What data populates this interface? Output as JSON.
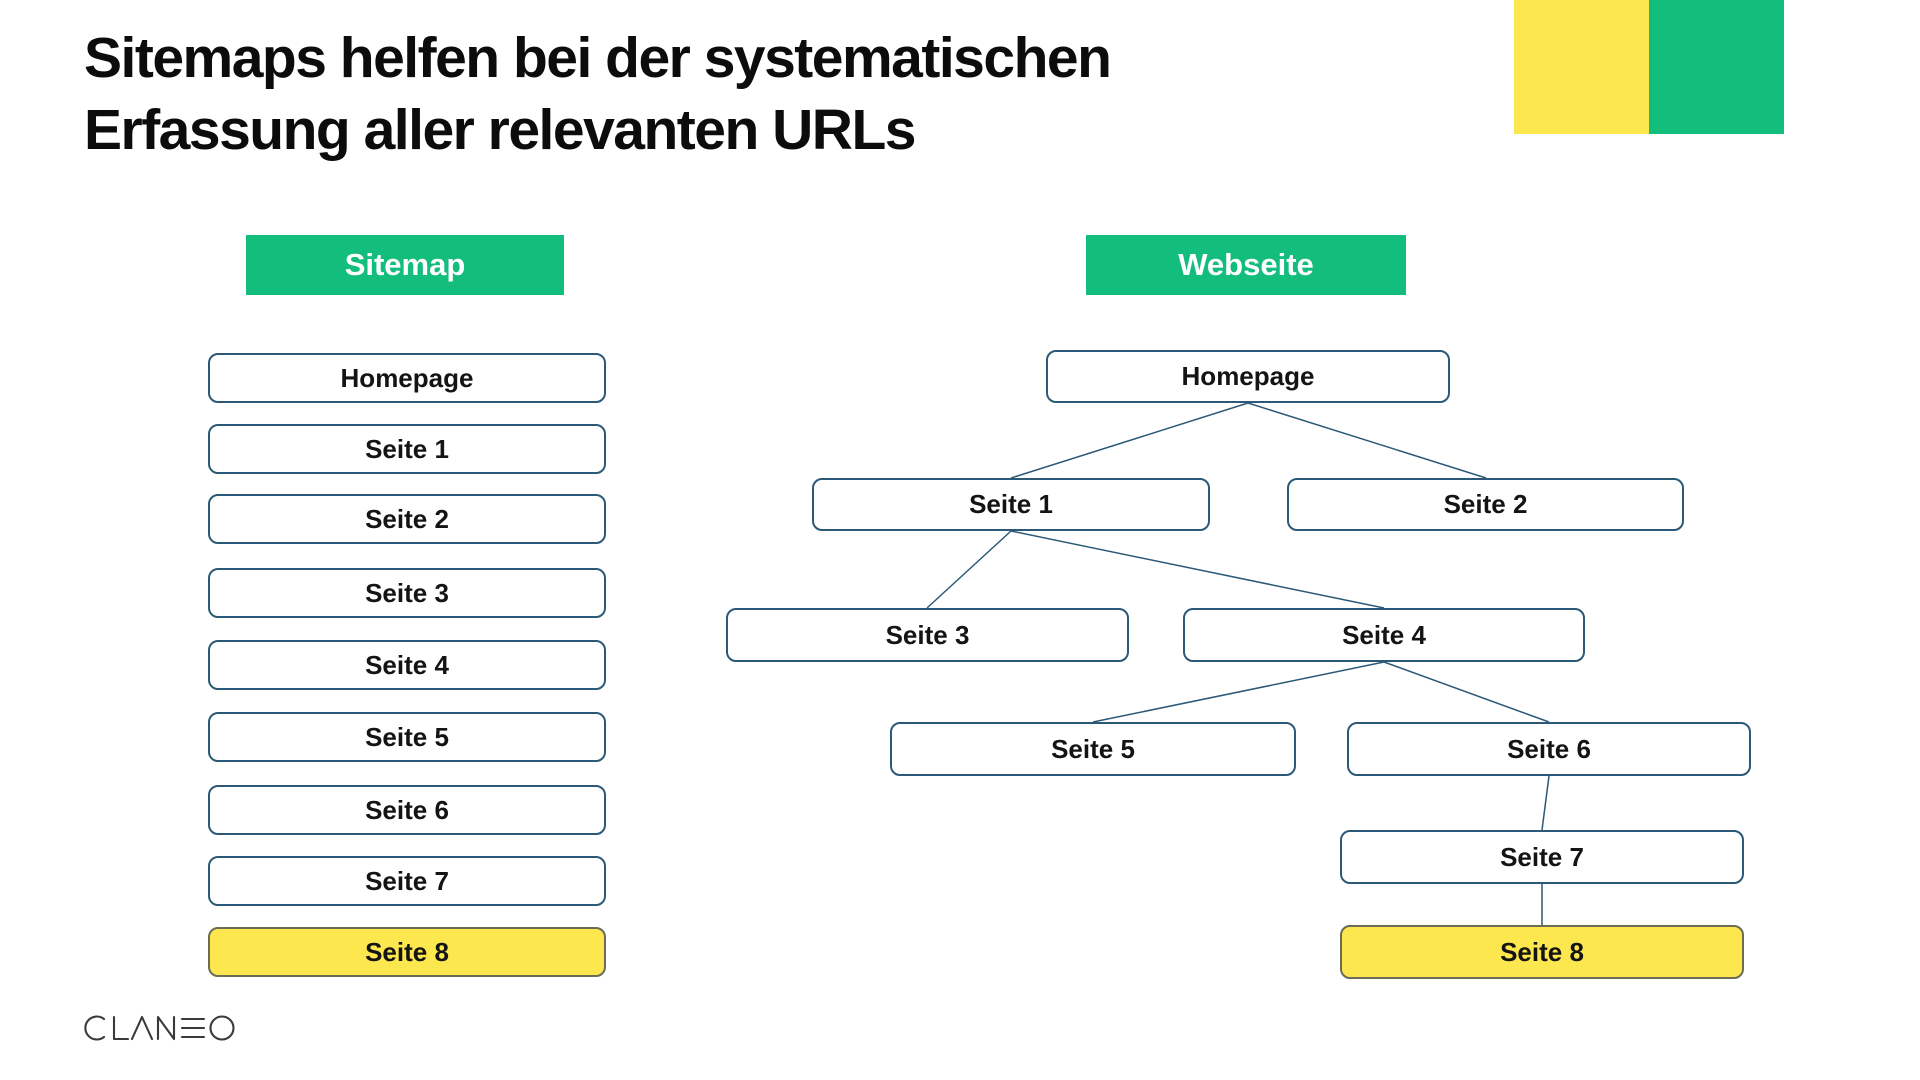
{
  "title": {
    "line1": "Sitemaps helfen bei der systematischen",
    "line2": "Erfassung aller relevanten URLs"
  },
  "brand": {
    "logo_text": "CLANEO",
    "accent_squares": [
      {
        "name": "yellow-square",
        "color": "#FCE74E"
      },
      {
        "name": "green-square",
        "color": "#13BE7C"
      }
    ]
  },
  "colors": {
    "green": "#13BE7C",
    "yellow": "#FCE74E",
    "box_border": "#2B5977",
    "highlight_border": "#6C6C54",
    "text": "#141414"
  },
  "sitemap_panel": {
    "header": "Sitemap",
    "items": [
      {
        "label": "Homepage",
        "highlight": false
      },
      {
        "label": "Seite 1",
        "highlight": false
      },
      {
        "label": "Seite 2",
        "highlight": false
      },
      {
        "label": "Seite 3",
        "highlight": false
      },
      {
        "label": "Seite 4",
        "highlight": false
      },
      {
        "label": "Seite 5",
        "highlight": false
      },
      {
        "label": "Seite 6",
        "highlight": false
      },
      {
        "label": "Seite 7",
        "highlight": false
      },
      {
        "label": "Seite 8",
        "highlight": true
      }
    ]
  },
  "webseite_panel": {
    "header": "Webseite",
    "nodes": [
      {
        "label": "Homepage",
        "highlight": false
      },
      {
        "label": "Seite 1",
        "highlight": false
      },
      {
        "label": "Seite 2",
        "highlight": false
      },
      {
        "label": "Seite 3",
        "highlight": false
      },
      {
        "label": "Seite 4",
        "highlight": false
      },
      {
        "label": "Seite 5",
        "highlight": false
      },
      {
        "label": "Seite 6",
        "highlight": false
      },
      {
        "label": "Seite 7",
        "highlight": false
      },
      {
        "label": "Seite 8",
        "highlight": true
      }
    ],
    "edges": [
      {
        "from": "Homepage",
        "to": "Seite 1"
      },
      {
        "from": "Homepage",
        "to": "Seite 2"
      },
      {
        "from": "Seite 1",
        "to": "Seite 3"
      },
      {
        "from": "Seite 1",
        "to": "Seite 4"
      },
      {
        "from": "Seite 4",
        "to": "Seite 5"
      },
      {
        "from": "Seite 4",
        "to": "Seite 6"
      },
      {
        "from": "Seite 6",
        "to": "Seite 7"
      },
      {
        "from": "Seite 7",
        "to": "Seite 8"
      }
    ]
  }
}
